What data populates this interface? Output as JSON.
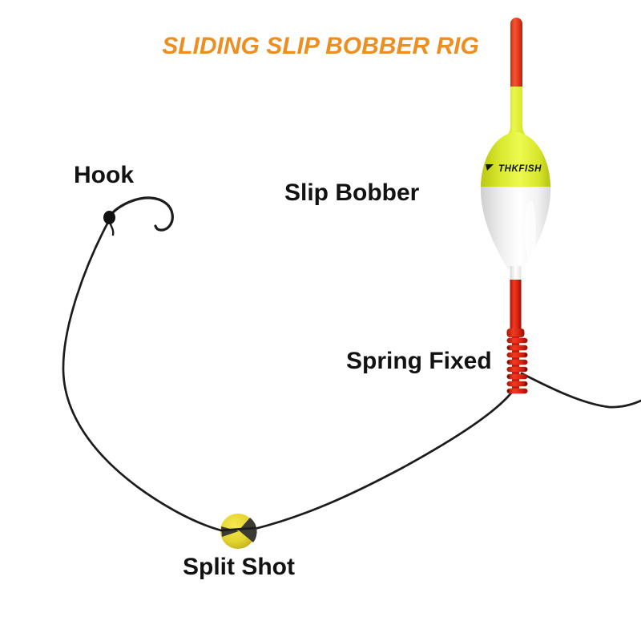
{
  "title": "SLIDING SLIP BOBBER RIG",
  "labels": {
    "hook": "Hook",
    "slip_bobber": "Slip Bobber",
    "spring_fixed": "Spring Fixed",
    "split_shot": "Split Shot"
  },
  "bobber": {
    "brand": "THKFISH"
  },
  "colors": {
    "title_orange": "#ED8E21",
    "label_black": "#121212",
    "line_black": "#1C1C1C",
    "bobber_chartreuse": "#D9E82F",
    "bobber_white": "#FFFFFF",
    "tip_red": "#E8432A",
    "stem_red": "#DE2114",
    "spring_red": "#D91F10",
    "split_shot_yellow": "#E3D12E",
    "split_shot_dark": "#3B3B35"
  }
}
